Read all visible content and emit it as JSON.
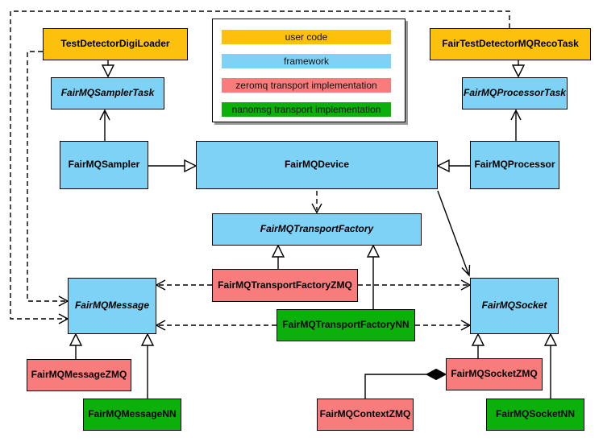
{
  "legend": {
    "items": [
      {
        "label": "user code",
        "color": "#FCC00D",
        "category": "user-code"
      },
      {
        "label": "framework",
        "color": "#7DD2F5",
        "category": "framework"
      },
      {
        "label": "zeromq transport implementation",
        "color": "#F87C7C",
        "category": "zeromq"
      },
      {
        "label": "nanomsg transport implementation",
        "color": "#0BB00B",
        "category": "nanomsg"
      }
    ]
  },
  "colors": {
    "user_code": "#FCC00D",
    "framework": "#7DD2F5",
    "zeromq": "#F87C7C",
    "nanomsg": "#0BB00B",
    "line": "#000000",
    "background": "#FFFFFF",
    "legend_shadow": "#999999"
  },
  "nodes": {
    "testDetectorDigiLoader": {
      "label": "TestDetectorDigiLoader",
      "category": "user-code",
      "abstract": false
    },
    "fairTestDetectorMQRecoTask": {
      "label": "FairTestDetectorMQRecoTask",
      "category": "user-code",
      "abstract": false
    },
    "fairMQSamplerTask": {
      "label": "FairMQSamplerTask",
      "category": "framework",
      "abstract": true
    },
    "fairMQProcessorTask": {
      "label": "FairMQProcessorTask",
      "category": "framework",
      "abstract": true
    },
    "fairMQSampler": {
      "label": "FairMQSampler",
      "category": "framework",
      "abstract": false
    },
    "fairMQDevice": {
      "label": "FairMQDevice",
      "category": "framework",
      "abstract": false
    },
    "fairMQProcessor": {
      "label": "FairMQProcessor",
      "category": "framework",
      "abstract": false
    },
    "fairMQTransportFactory": {
      "label": "FairMQTransportFactory",
      "category": "framework",
      "abstract": true
    },
    "fairMQTransportFactoryZMQ": {
      "label": "FairMQTransportFactoryZMQ",
      "category": "zeromq",
      "abstract": false
    },
    "fairMQTransportFactoryNN": {
      "label": "FairMQTransportFactoryNN",
      "category": "nanomsg",
      "abstract": false
    },
    "fairMQMessage": {
      "label": "FairMQMessage",
      "category": "framework",
      "abstract": true
    },
    "fairMQSocket": {
      "label": "FairMQSocket",
      "category": "framework",
      "abstract": true
    },
    "fairMQMessageZMQ": {
      "label": "FairMQMessageZMQ",
      "category": "zeromq",
      "abstract": false
    },
    "fairMQMessageNN": {
      "label": "FairMQMessageNN",
      "category": "nanomsg",
      "abstract": false
    },
    "fairMQSocketZMQ": {
      "label": "FairMQSocketZMQ",
      "category": "zeromq",
      "abstract": false
    },
    "fairMQSocketNN": {
      "label": "FairMQSocketNN",
      "category": "nanomsg",
      "abstract": false
    },
    "fairMQContextZMQ": {
      "label": "FairMQContextZMQ",
      "category": "zeromq",
      "abstract": false
    }
  },
  "edges": [
    {
      "from": "TestDetectorDigiLoader",
      "to": "FairMQSamplerTask",
      "type": "inheritance-hollow-triangle"
    },
    {
      "from": "FairTestDetectorMQRecoTask",
      "to": "FairMQProcessorTask",
      "type": "inheritance-hollow-triangle"
    },
    {
      "from": "FairMQSampler",
      "to": "FairMQDevice",
      "type": "inheritance-hollow-triangle"
    },
    {
      "from": "FairMQProcessor",
      "to": "FairMQDevice",
      "type": "inheritance-hollow-triangle"
    },
    {
      "from": "FairMQSampler",
      "to": "FairMQSamplerTask",
      "type": "association-open-arrow"
    },
    {
      "from": "FairMQProcessor",
      "to": "FairMQProcessorTask",
      "type": "association-open-arrow"
    },
    {
      "from": "FairMQDevice",
      "to": "FairMQSocket",
      "type": "association-open-arrow"
    },
    {
      "from": "FairMQDevice",
      "to": "FairMQTransportFactory",
      "type": "dependency-dashed"
    },
    {
      "from": "FairMQTransportFactoryZMQ",
      "to": "FairMQTransportFactory",
      "type": "inheritance-hollow-triangle"
    },
    {
      "from": "FairMQTransportFactoryNN",
      "to": "FairMQTransportFactory",
      "type": "inheritance-hollow-triangle"
    },
    {
      "from": "FairMQTransportFactoryZMQ",
      "to": "FairMQMessage",
      "type": "dependency-dashed"
    },
    {
      "from": "FairMQTransportFactoryZMQ",
      "to": "FairMQSocket",
      "type": "dependency-dashed"
    },
    {
      "from": "FairMQTransportFactoryNN",
      "to": "FairMQMessage",
      "type": "dependency-dashed"
    },
    {
      "from": "FairMQTransportFactoryNN",
      "to": "FairMQSocket",
      "type": "dependency-dashed"
    },
    {
      "from": "TestDetectorDigiLoader",
      "to": "FairMQMessage",
      "type": "dependency-dashed"
    },
    {
      "from": "FairTestDetectorMQRecoTask",
      "to": "FairMQMessage",
      "type": "dependency-dashed"
    },
    {
      "from": "FairMQMessageZMQ",
      "to": "FairMQMessage",
      "type": "inheritance-hollow-triangle"
    },
    {
      "from": "FairMQMessageNN",
      "to": "FairMQMessage",
      "type": "inheritance-hollow-triangle"
    },
    {
      "from": "FairMQSocketZMQ",
      "to": "FairMQSocket",
      "type": "inheritance-hollow-triangle"
    },
    {
      "from": "FairMQSocketNN",
      "to": "FairMQSocket",
      "type": "inheritance-hollow-triangle"
    },
    {
      "from": "FairMQContextZMQ",
      "to": "FairMQSocketZMQ",
      "type": "composition-filled-diamond"
    }
  ]
}
